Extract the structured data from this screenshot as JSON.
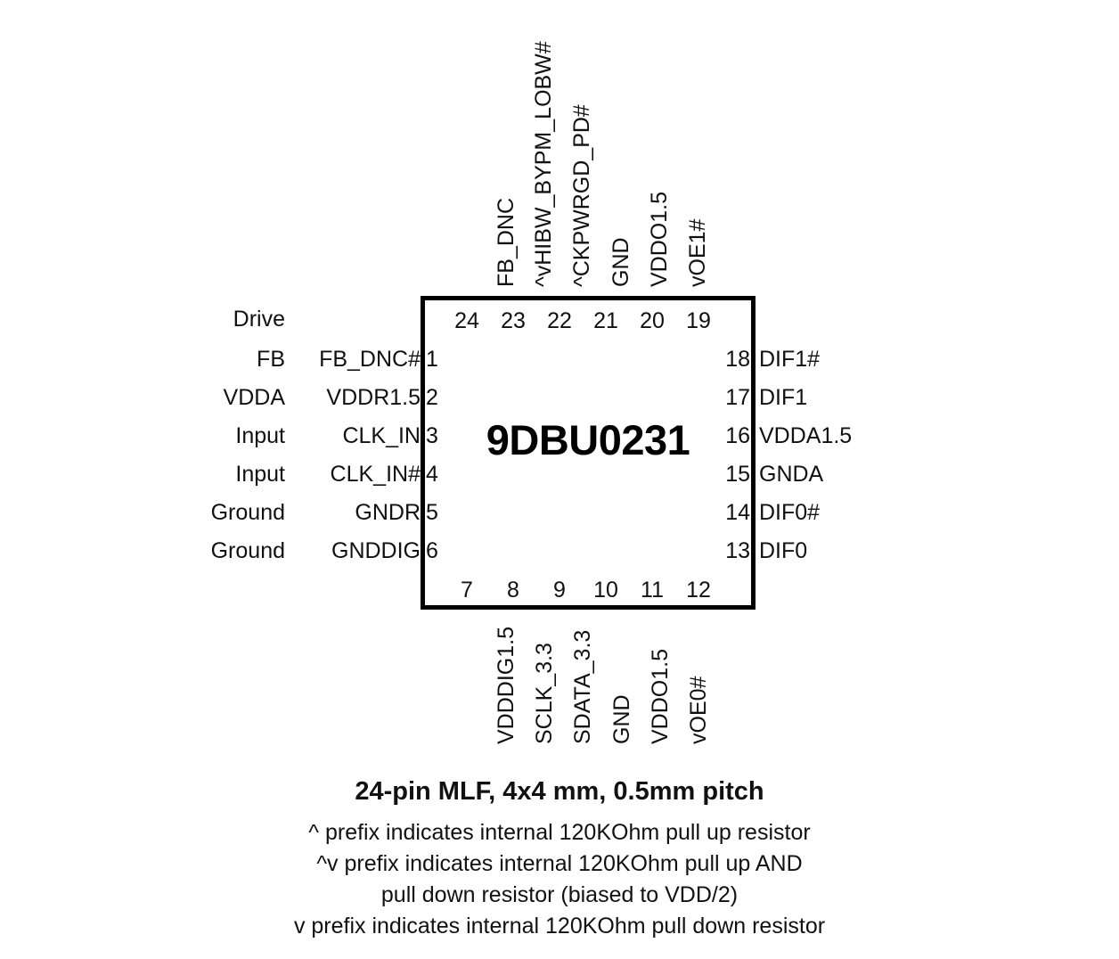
{
  "device": {
    "part_number": "9DBU0231",
    "package_headline": "24-pin MLF, 4x4 mm, 0.5mm pitch"
  },
  "notes": [
    "^ prefix indicates internal 120KOhm pull up resistor",
    "^v prefix indicates internal 120KOhm pull up AND",
    "pull down resistor (biased to VDD/2)",
    "v prefix indicates internal 120KOhm pull down resistor"
  ],
  "top_pins": [
    {
      "number": "24",
      "signal": "FB_DNC"
    },
    {
      "number": "23",
      "signal": "^vHIBW_BYPM_LOBW#"
    },
    {
      "number": "22",
      "signal": "^CKPWRGD_PD#"
    },
    {
      "number": "21",
      "signal": "GND"
    },
    {
      "number": "20",
      "signal": "VDDO1.5"
    },
    {
      "number": "19",
      "signal": "vOE1#"
    }
  ],
  "bottom_pins": [
    {
      "number": "7",
      "signal": "VDDDIG1.5"
    },
    {
      "number": "8",
      "signal": "SCLK_3.3"
    },
    {
      "number": "9",
      "signal": "SDATA_3.3"
    },
    {
      "number": "10",
      "signal": "GND"
    },
    {
      "number": "11",
      "signal": "VDDO1.5"
    },
    {
      "number": "12",
      "signal": "vOE0#"
    }
  ],
  "left_pins": [
    {
      "number": "1",
      "signal": "FB_DNC#",
      "function": "FB"
    },
    {
      "number": "2",
      "signal": "VDDR1.5",
      "function": "VDDA"
    },
    {
      "number": "3",
      "signal": "CLK_IN",
      "function": "Input"
    },
    {
      "number": "4",
      "signal": "CLK_IN#",
      "function": "Input"
    },
    {
      "number": "5",
      "signal": "GNDR",
      "function": "Ground"
    },
    {
      "number": "6",
      "signal": "GNDDIG",
      "function": "Ground"
    }
  ],
  "left_header_function": "Drive",
  "right_pins": [
    {
      "number": "18",
      "signal": "DIF1#"
    },
    {
      "number": "17",
      "signal": "DIF1"
    },
    {
      "number": "16",
      "signal": "VDDA1.5"
    },
    {
      "number": "15",
      "signal": "GNDA"
    },
    {
      "number": "14",
      "signal": "DIF0#"
    },
    {
      "number": "13",
      "signal": "DIF0"
    }
  ],
  "colors": {
    "outline": "#000000",
    "text": "#111111",
    "background": "#ffffff"
  }
}
